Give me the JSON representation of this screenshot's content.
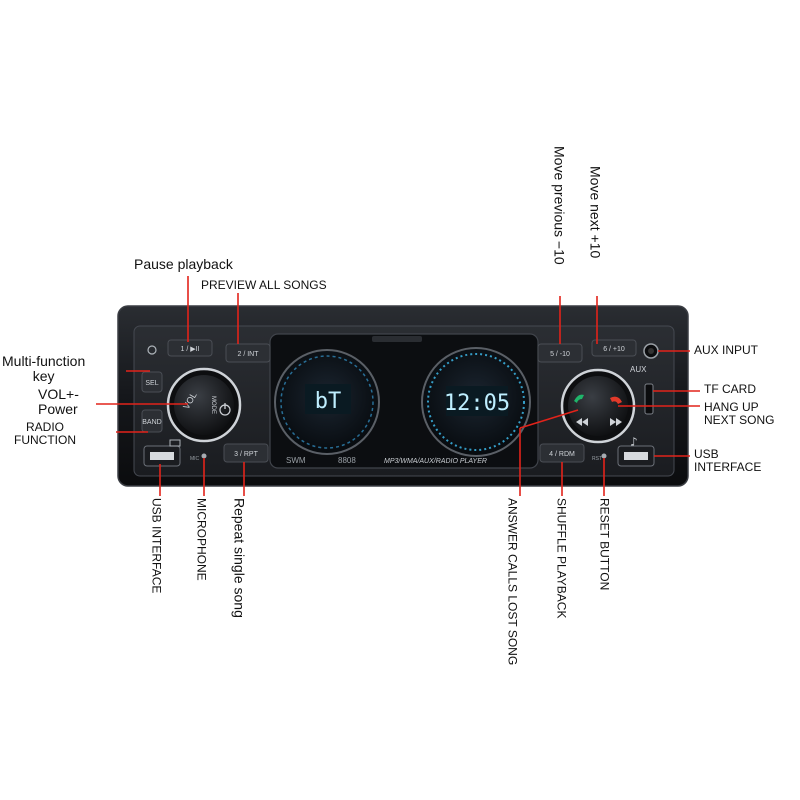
{
  "callouts": {
    "pause_playback": "Pause playback",
    "preview_all_songs": "PREVIEW ALL SONGS",
    "multi_function_key": [
      "Multi-function",
      "key"
    ],
    "vol_power": [
      "VOL+-",
      "Power"
    ],
    "radio_function": [
      "RADIO",
      "FUNCTION"
    ],
    "usb_interface_left": [
      "USB",
      "INTERFACE"
    ],
    "microphone": "MICROPHONE",
    "repeat_single_song": [
      "Repeat single",
      "song"
    ],
    "move_previous": "Move previous −10",
    "move_next": "Move next +10",
    "aux_input": "AUX INPUT",
    "tf_card": "TF CARD",
    "hang_up_next_song": [
      "HANG UP",
      "NEXT SONG"
    ],
    "usb_interface_right": [
      "USB",
      "INTERFACE"
    ],
    "answer_calls_lost_song": [
      "ANSWER CALLS",
      "LOST SONG"
    ],
    "shuffle_playback": "SHUFFLE PLAYBACK",
    "reset_button": "RESET BUTTON"
  },
  "device": {
    "btn_1": "1 / ▶II",
    "btn_2": "2 / INT",
    "btn_3": "3 / RPT",
    "btn_4": "4 / RDM",
    "btn_5": "5 / -10",
    "btn_6": "6 / +10",
    "btn_sel": "SEL",
    "btn_band": "BAND",
    "knob_left_vol": "VOL",
    "knob_left_mode": "MODE",
    "aux_label": "AUX",
    "brand": "SWM",
    "model": "8808",
    "tagline": "MP3/WMA/AUX/RADIO PLAYER",
    "display_left": "bT",
    "display_right": "12:05",
    "mic_label": "MIC",
    "rst_label": "RST"
  },
  "colors": {
    "body": "#15171b",
    "panel": "#222429",
    "button": "#2c2f34",
    "display_glow": "#5fd7ff",
    "answer_green": "#1fb56a",
    "hangup_red": "#e23a2a",
    "callout_line": "#e2231a"
  },
  "icons": {
    "bluetooth": "bluetooth-icon",
    "power": "power-icon",
    "phone_answer": "phone-answer-icon",
    "phone_hangup": "phone-hangup-icon",
    "prev": "previous-track-icon",
    "next": "next-track-icon",
    "music": "music-note-icon",
    "usb": "usb-port-icon"
  }
}
